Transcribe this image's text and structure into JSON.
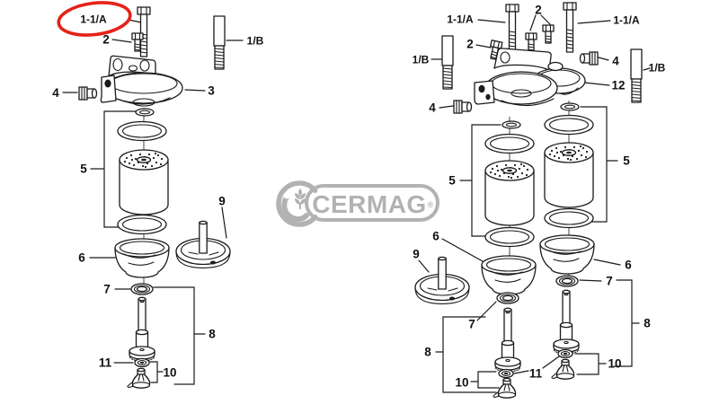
{
  "figure": {
    "type": "exploded-parts-diagram",
    "background": "#ffffff",
    "line_color": "#1a1a1a"
  },
  "watermark": {
    "brand": "CERMAG",
    "registered_mark": "®",
    "color": "#b2b2b2"
  },
  "highlight": {
    "color": "#e62219",
    "circled_label": "1-1/A"
  },
  "left_assembly": {
    "callouts": {
      "head_bolt": "1-1/A",
      "screw": "2",
      "head": "3",
      "plug": "4",
      "filter_kit": "5",
      "bowl": "6",
      "washer": "7",
      "stem_kit": "8",
      "cover": "9",
      "drain_kit": "10",
      "nut": "11",
      "stud": "1/B"
    }
  },
  "right_assembly": {
    "callouts": {
      "head_bolt_left": "1-1/A",
      "screws_top": "2",
      "head_bolt_right": "1-1/A",
      "stud_left": "1/B",
      "screw_side": "2",
      "plug_left": "4",
      "plug_right": "4",
      "stud_right": "1/B",
      "head": "12",
      "filter_kit_left": "5",
      "filter_kit_right": "5",
      "bowl_left": "6",
      "cover": "9",
      "bowl_right": "6",
      "washer_left": "7",
      "washer_right": "7",
      "stem_kit_left": "8",
      "stem_kit_right": "8",
      "drain_kit_left": "10",
      "nut": "11",
      "drain_kit_right": "10"
    }
  }
}
